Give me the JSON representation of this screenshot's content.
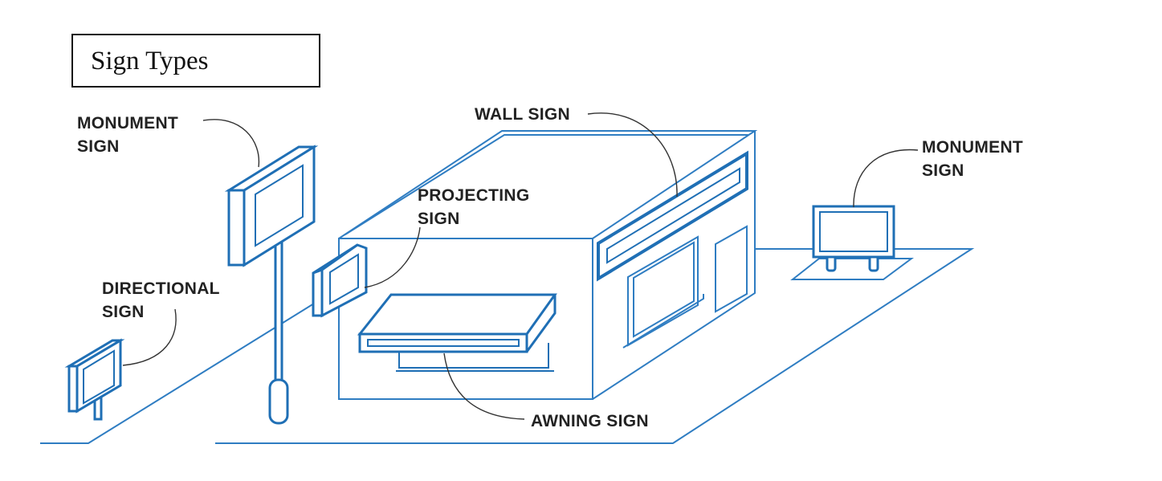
{
  "title": "Sign Types",
  "colors": {
    "line": "#1f6fb5",
    "thin": "#2f7dc2",
    "leader": "#333333",
    "text": "#222222"
  },
  "labels": {
    "monument_left": [
      "MONUMENT",
      "SIGN"
    ],
    "directional": [
      "DIRECTIONAL",
      "SIGN"
    ],
    "projecting": [
      "PROJECTING",
      "SIGN"
    ],
    "wall": "WALL SIGN",
    "awning": "AWNING SIGN",
    "monument_right": [
      "MONUMENT",
      "SIGN"
    ]
  }
}
